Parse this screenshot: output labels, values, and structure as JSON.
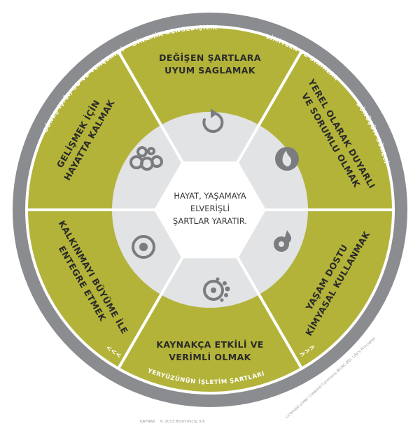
{
  "colors": {
    "outer_ring": "#8a8c8f",
    "segment": "#b3b33a",
    "inner_disc": "#e2e3e4",
    "center_hex": "#ffffff",
    "icon": "#7a7c80"
  },
  "center": {
    "line1": "HAYAT, YAŞAMAYA",
    "line2": "ELVERİŞLİ",
    "line3": "ŞARTLAR YARATIR."
  },
  "ring_labels": [
    "DİNAMİK-DENGEDIŞILIK",
    "LİMİTLER VE SINIRLAR",
    "DÖNÜŞÜM SÜRECİ",
    "GÜNEŞ IŞIĞI, SU VE YERÇEKİMİ",
    "YERYÜZÜNÜN İŞLETİM ŞARTLARI"
  ],
  "ring_arrows": {
    "left": "<<<",
    "right": ">>>"
  },
  "segments": [
    {
      "line1": "DEĞİŞEN ŞARTLARA",
      "line2": "UYUM SAGLAMAK",
      "icon": "refresh-icon"
    },
    {
      "line1": "YEREL OLARAK DUYARLI",
      "line2": "VE SORUMLU OLMAK",
      "icon": "flame-icon"
    },
    {
      "line1": "YAŞAM DOSTU",
      "line2": "KİMYASAL KULLANMAK",
      "icon": "drop-icon"
    },
    {
      "line1": "KAYNAKÇA ETKİLİ VE",
      "line2": "VERİMLİ OLMAK",
      "icon": "dots-cluster-icon"
    },
    {
      "line1": "KALKINMAYI BÜYÜME İLE",
      "line2": "ENTEGRE ETMEK",
      "icon": "target-icon"
    },
    {
      "line1": "GELİŞMEK İÇİN",
      "line2": "HAYATTA KALMAK",
      "icon": "bubbles-icon"
    }
  ],
  "footer": {
    "credit": "© 2013 Biomimicry 3.8",
    "license": "Licensed under Creative Commons BY-NC-ND. Life's Principles",
    "source_left": "KAYNAK"
  }
}
